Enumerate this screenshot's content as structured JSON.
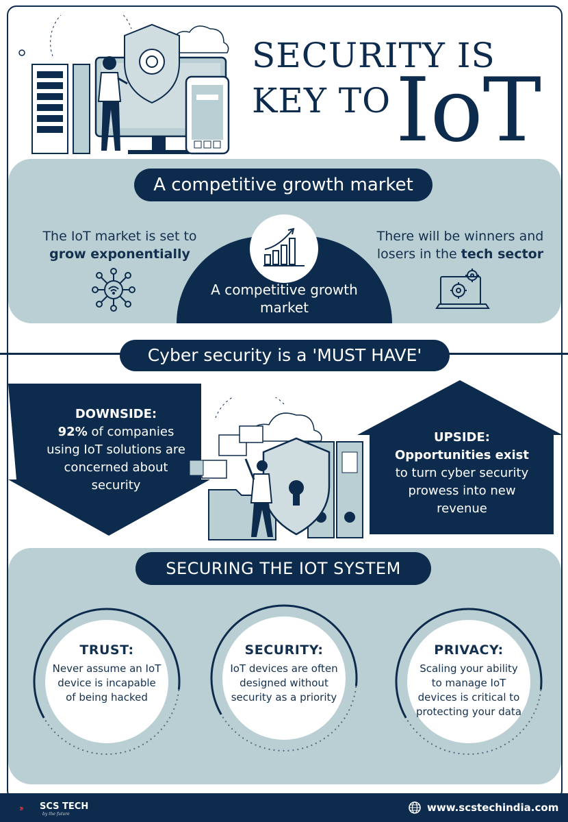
{
  "header": {
    "title_line1": "SECURITY IS",
    "title_line2": "KEY TO",
    "title_big": "IoT"
  },
  "growth": {
    "pill": "A competitive growth market",
    "left_pre": "The IoT market is set to",
    "left_bold": "grow exponentially",
    "right_pre": "There will be winners and losers in the",
    "right_bold": "tech sector",
    "center": "A competitive growth market"
  },
  "cyber": {
    "pill": "Cyber security is a 'MUST HAVE'",
    "downside_label": "DOWNSIDE:",
    "downside_stat": "92%",
    "downside_rest": "of companies using IoT solutions are concerned about security",
    "upside_label": "UPSIDE:",
    "upside_bold": "Opportunities exist",
    "upside_rest": "to turn cyber security prowess into new revenue"
  },
  "securing": {
    "pill": "SECURING THE IOT SYSTEM",
    "cards": [
      {
        "title": "TRUST:",
        "body": "Never assume an IoT device is incapable of being hacked"
      },
      {
        "title": "SECURITY:",
        "body": "IoT devices are often designed without security as a priority"
      },
      {
        "title": "PRIVACY:",
        "body": "Scaling your ability to manage IoT devices is critical to protecting your data"
      }
    ]
  },
  "footer": {
    "brand": "SCS TECH",
    "tagline": "by the future",
    "website": "www.scstechindia.com"
  },
  "colors": {
    "navy": "#0d2b4c",
    "panel": "#b9cfd4",
    "accent_red": "#e8383d"
  }
}
